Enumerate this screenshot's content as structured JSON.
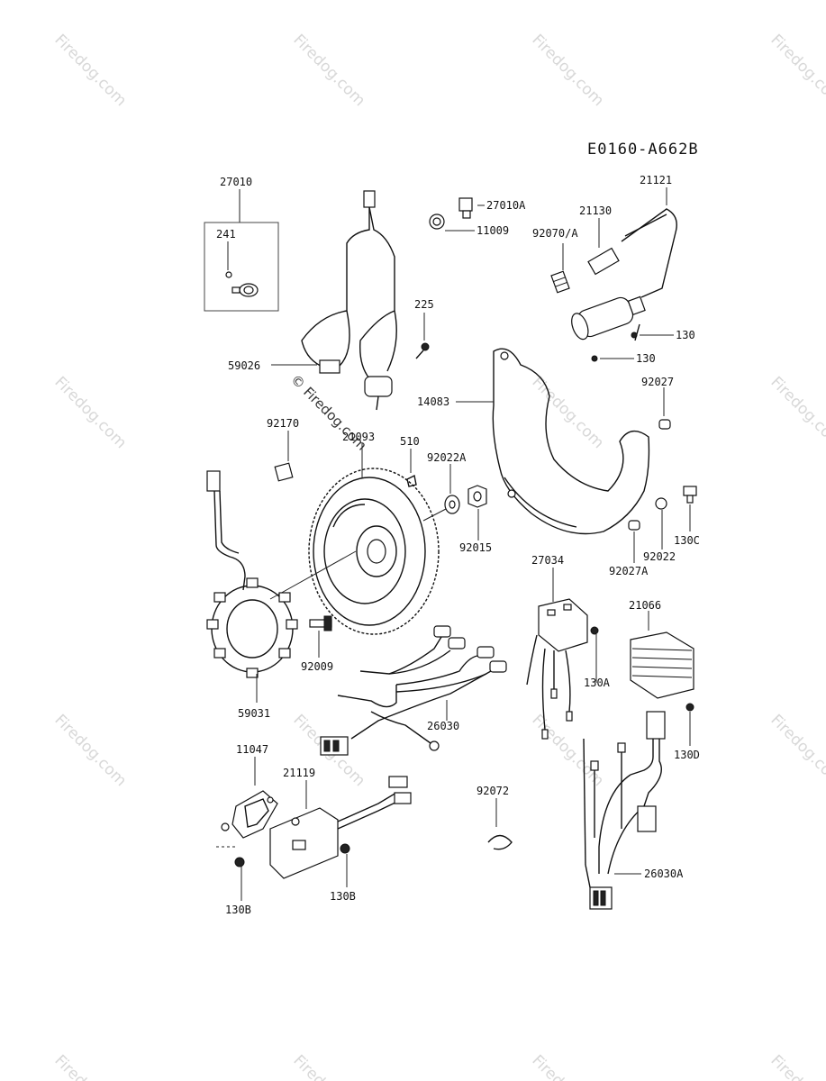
{
  "diagram_code": "E0160-A662B",
  "watermark": {
    "text": "Firedog.com",
    "center_text": "© Firedog.com"
  },
  "parts": {
    "p27010": "27010",
    "p241": "241",
    "p27010A": "27010A",
    "p11009": "11009",
    "p21121": "21121",
    "p21130": "21130",
    "p92070A": "92070/A",
    "p225": "225",
    "p59026": "59026",
    "p130a": "130",
    "p130b": "130",
    "p14083": "14083",
    "p92027": "92027",
    "p92170": "92170",
    "p21093": "21093",
    "p510": "510",
    "p92022A": "92022A",
    "p92015": "92015",
    "p130C": "130C",
    "p92022": "92022",
    "p92027A": "92027A",
    "p27034": "27034",
    "p21066": "21066",
    "p92009": "92009",
    "p130A": "130A",
    "p59031": "59031",
    "p26030": "26030",
    "p130D": "130D",
    "p11047": "11047",
    "p21119": "21119",
    "p92072": "92072",
    "p26030A": "26030A",
    "p130B_left": "130B",
    "p130B_right": "130B"
  }
}
